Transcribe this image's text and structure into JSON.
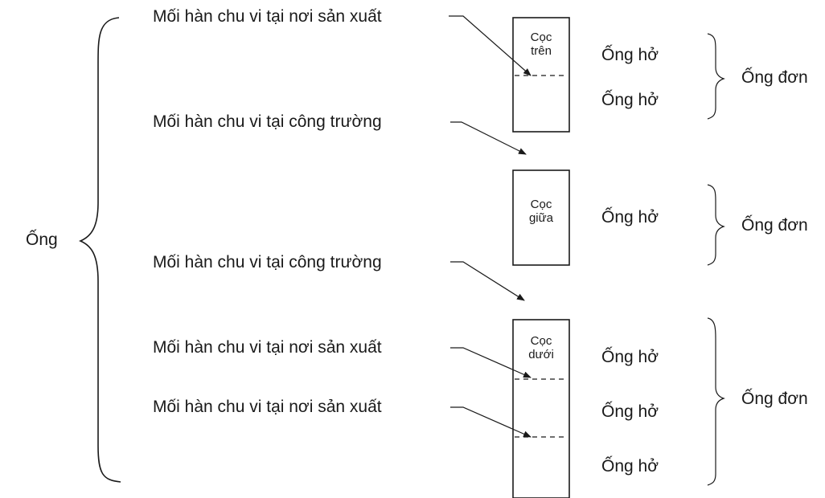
{
  "pipe_label": "Ống",
  "weld_labels": [
    "Mối hàn chu vi tại nơi sản xuất",
    "Mối hàn chu vi tại công trường",
    "Mối hàn chu vi tại công trường",
    "Mối hàn chu vi tại nơi sản xuất",
    "Mối hàn chu vi tại nơi sản xuất"
  ],
  "piles": [
    {
      "line1": "Cọc",
      "line2": "trên"
    },
    {
      "line1": "Cọc",
      "line2": "giữa"
    },
    {
      "line1": "Cọc",
      "line2": "dưới"
    }
  ],
  "open_pipe_labels": [
    "Ống hở",
    "Ống hở",
    "Ống hở",
    "Ống hở",
    "Ống hở",
    "Ống hở"
  ],
  "single_pipe_labels": [
    "Ống đơn",
    "Ống đơn",
    "Ống đơn"
  ]
}
